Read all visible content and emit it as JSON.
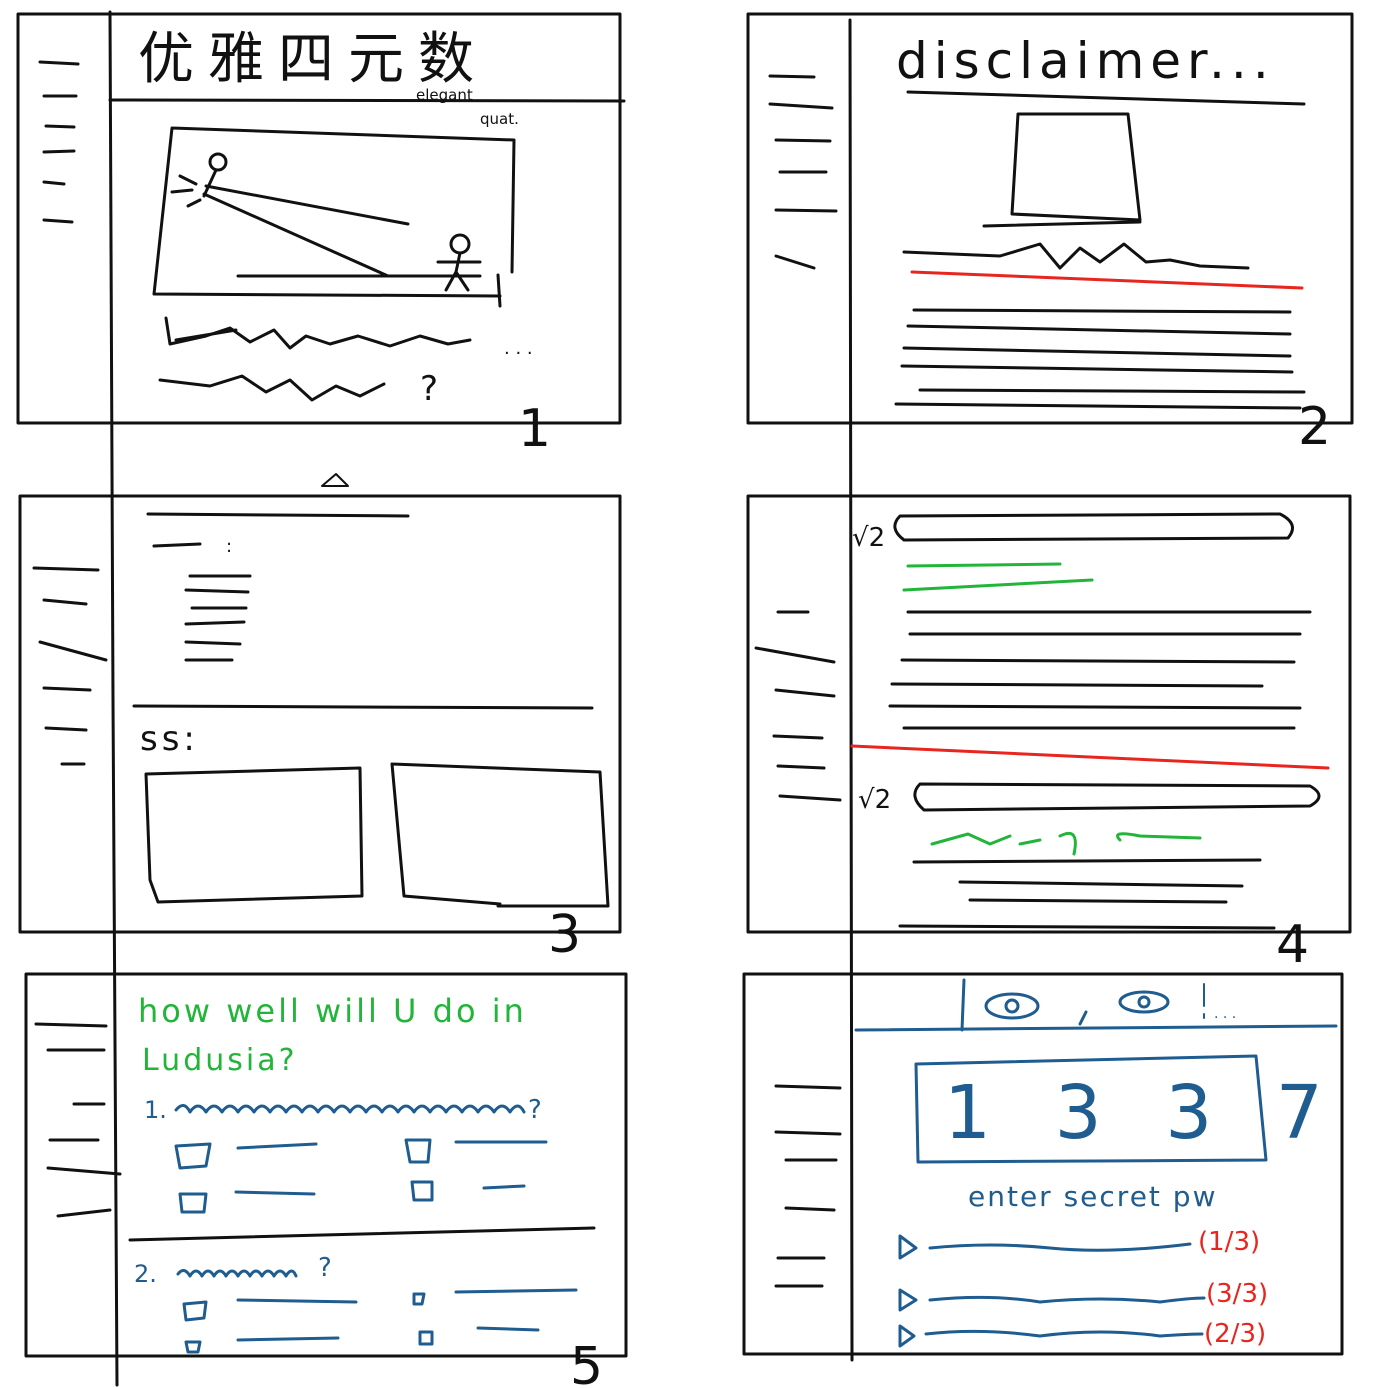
{
  "colors": {
    "ink": "#111111",
    "red": "#e8261f",
    "green": "#22b53a",
    "blue": "#1f5c8f"
  },
  "panels": [
    {
      "number": "1",
      "title": "优雅四元数",
      "title_note_line1": "elegant",
      "title_note_line2": "quat.",
      "ellipsis": ". . .",
      "question_mark": "?"
    },
    {
      "number": "2",
      "title": "disclaimer..."
    },
    {
      "number": "3",
      "screenshots_label": "ss:"
    },
    {
      "number": "4"
    },
    {
      "number": "5",
      "quiz_title_line1": "how well will U do in",
      "quiz_title_line2": "Ludusia?",
      "q1_label": "1.",
      "q1_mark": "?",
      "q2_label": "2.",
      "q2_mark": "?"
    },
    {
      "number": "",
      "display_digits": "1 3 3 7",
      "prompt": "enter secret pw",
      "items": [
        {
          "progress": "(1/3)"
        },
        {
          "progress": "(3/3)"
        },
        {
          "progress": "(2/3)"
        }
      ]
    }
  ]
}
